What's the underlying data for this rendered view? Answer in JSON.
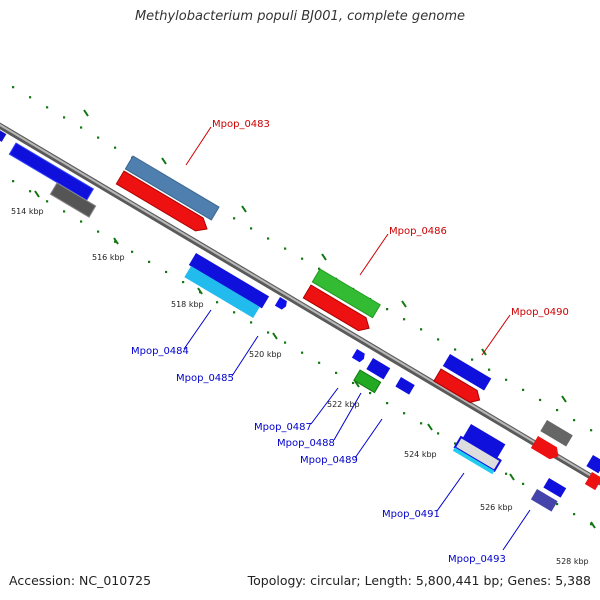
{
  "title": "Methylobacterium populi BJ001, complete genome",
  "footer": {
    "accession": "Accession: NC_010725",
    "topology": "Topology: circular; Length: 5,800,441 bp; Genes: 5,388"
  },
  "colors": {
    "label_forward": "#cc0000",
    "label_reverse": "#0000cc",
    "backbone": "#8a8a8a",
    "tick_mark": "#117711"
  },
  "ticks": [
    "514 kbp",
    "516 kbp",
    "518 kbp",
    "520 kbp",
    "522 kbp",
    "524 kbp",
    "526 kbp",
    "528 kbp"
  ],
  "labels": [
    "Mpop_0483",
    "Mpop_0484",
    "Mpop_0485",
    "Mpop_0486",
    "Mpop_0487",
    "Mpop_0488",
    "Mpop_0489",
    "Mpop_0490",
    "Mpop_0491",
    "Mpop_0493"
  ]
}
